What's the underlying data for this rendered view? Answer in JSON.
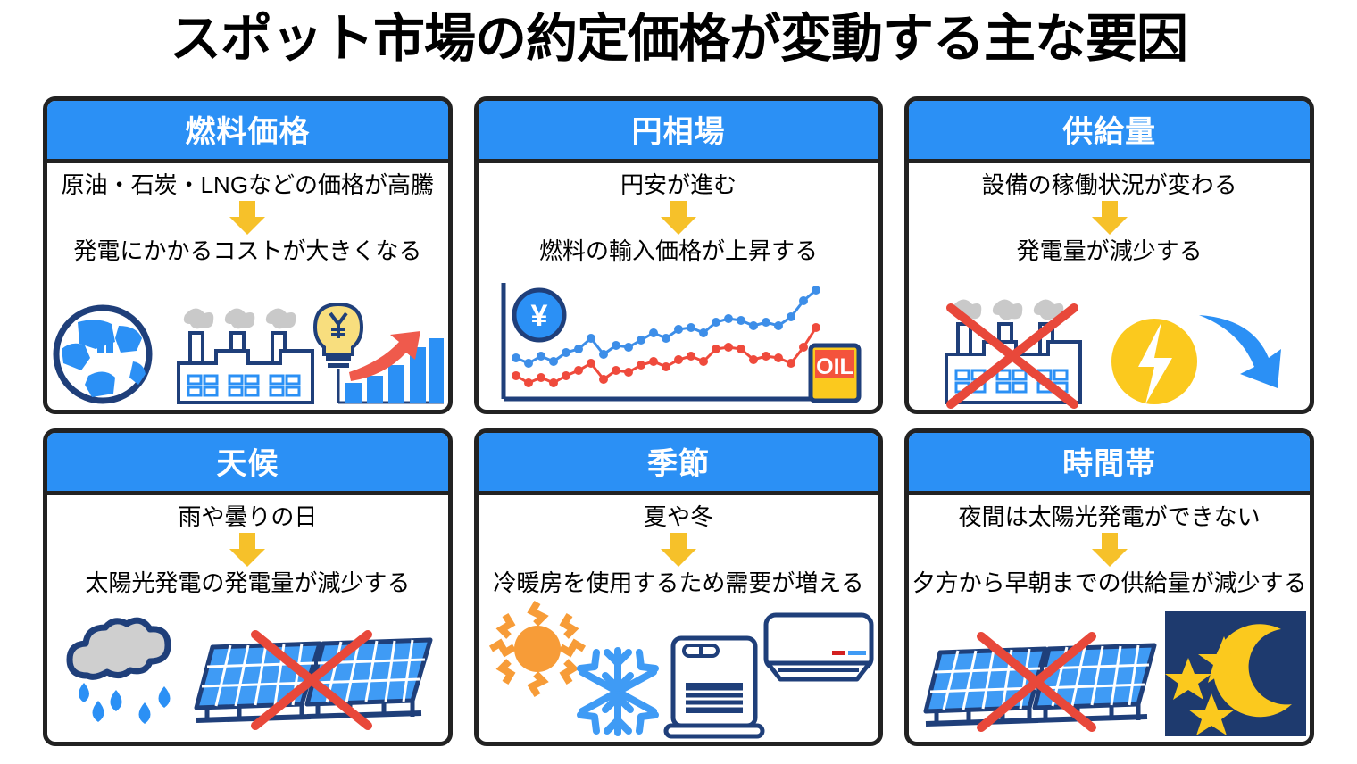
{
  "title": "スポット市場の約定価格が変動する主な要因",
  "colors": {
    "header_blue": "#2b90f5",
    "arrow_yellow": "#f6c12a",
    "border_black": "#222222",
    "icon_navy": "#1f3f7a",
    "icon_blue": "#2b90f5",
    "icon_red": "#ef4a3c",
    "icon_gray": "#c9c9c9",
    "icon_yellow": "#fbc91e",
    "icon_orange": "#f79c38",
    "night_navy": "#1e3a6e"
  },
  "arrow_label": "down-arrow",
  "cards": [
    {
      "id": "fuel-price",
      "header": "燃料価格",
      "cause": "原油・石炭・LNGなどの価格が高騰",
      "effect": "発電にかかるコストが大きくなる",
      "icons": [
        "globe-icon",
        "factory-icon",
        "lightbulb-yen-icon",
        "bar-chart-up-icon"
      ]
    },
    {
      "id": "yen-rate",
      "header": "円相場",
      "cause": "円安が進む",
      "effect": "燃料の輸入価格が上昇する",
      "icons": [
        "line-chart-icon",
        "yen-coin-icon",
        "oil-barrel-icon"
      ],
      "oil_label": "OIL",
      "yen_symbol": "¥"
    },
    {
      "id": "supply-volume",
      "header": "供給量",
      "cause": "設備の稼働状況が変わる",
      "effect": "発電量が減少する",
      "icons": [
        "factory-crossed-out-icon",
        "lightning-bolt-icon",
        "curved-down-arrow-icon"
      ]
    },
    {
      "id": "weather",
      "header": "天候",
      "cause": "雨や曇りの日",
      "effect": "太陽光発電の発電量が減少する",
      "icons": [
        "rain-cloud-icon",
        "solar-panels-crossed-out-icon"
      ]
    },
    {
      "id": "season",
      "header": "季節",
      "cause": "夏や冬",
      "effect": "冷暖房を使用するため需要が増える",
      "icons": [
        "sun-icon",
        "snowflake-icon",
        "heater-icon",
        "air-conditioner-icon"
      ]
    },
    {
      "id": "time-of-day",
      "header": "時間帯",
      "cause": "夜間は太陽光発電ができない",
      "effect": "夕方から早朝までの供給量が減少する",
      "icons": [
        "solar-panels-crossed-out-icon",
        "night-sky-moon-stars-icon"
      ]
    }
  ]
}
